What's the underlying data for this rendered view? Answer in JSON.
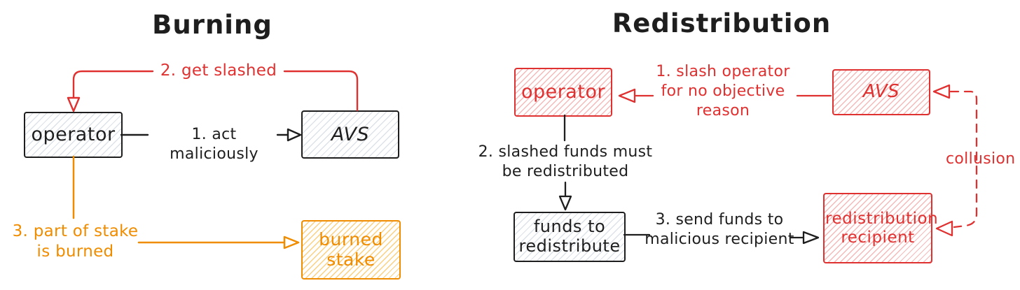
{
  "colors": {
    "black": "#1e1e1e",
    "red": "#e03131",
    "orange": "#f08c00",
    "gray_hatch": "#dde2e8",
    "red_hatch": "#f5baba",
    "orange_hatch": "#fbd080"
  },
  "burning": {
    "title": "Burning",
    "nodes": {
      "operator": "operator",
      "avs": "AVS",
      "burned_stake": "burned stake"
    },
    "edges": {
      "act_maliciously": "1. act maliciously",
      "get_slashed": "2. get slashed",
      "stake_burned": "3. part of stake is burned"
    }
  },
  "redistribution": {
    "title": "Redistribution",
    "nodes": {
      "operator": "operator",
      "avs": "AVS",
      "funds": "funds to redistribute",
      "recipient": "redistribution recipient"
    },
    "edges": {
      "slash": "1. slash operator for no objective reason",
      "funds_redistributed": "2. slashed funds must be redistributed",
      "send_funds": "3. send funds to malicious recipient",
      "collusion": "collusion"
    }
  }
}
